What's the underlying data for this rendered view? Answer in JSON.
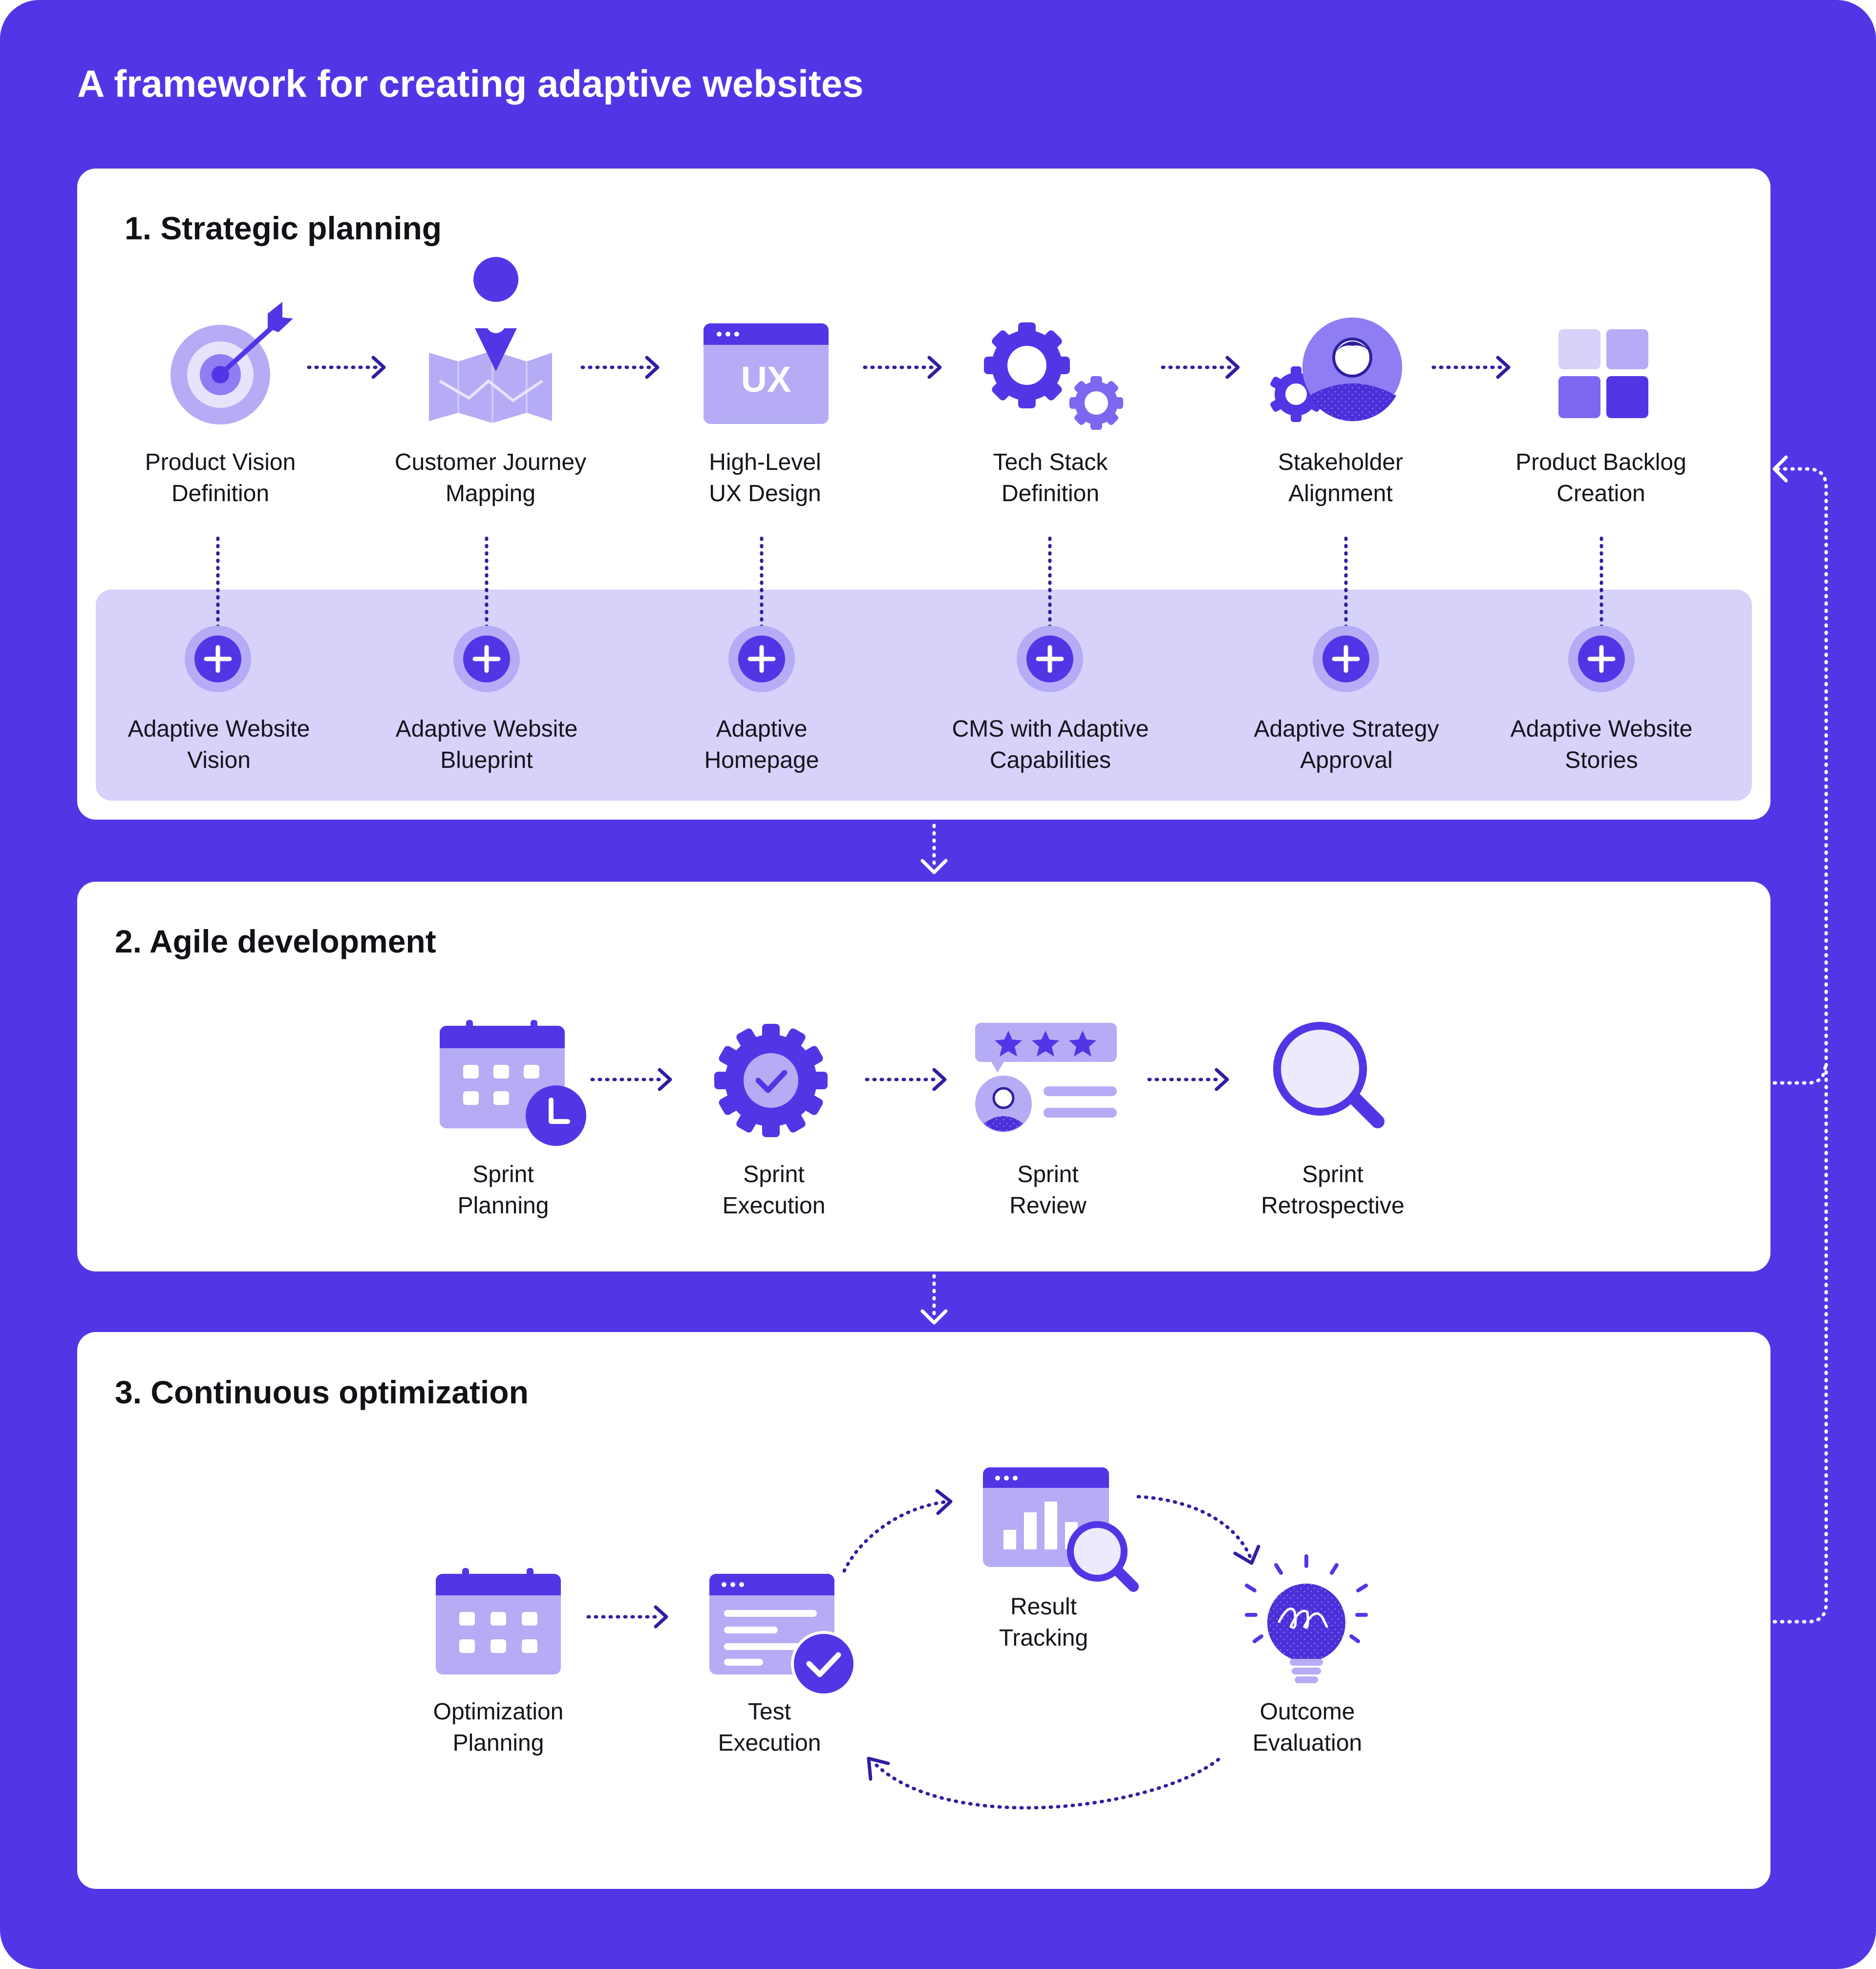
{
  "title": "A framework for creating adaptive websites",
  "colors": {
    "background": "#5236E6",
    "panel": "#FFFFFF",
    "accent": "#5236E6",
    "soft": "#B5ACF5",
    "strip": "#D6D2FA",
    "connector": "#2E1FA0"
  },
  "sections": [
    {
      "title": "1. Strategic planning",
      "steps": [
        {
          "label": [
            "Product Vision",
            "Definition"
          ],
          "icon": "target-arrow-icon"
        },
        {
          "label": [
            "Customer Journey",
            "Mapping"
          ],
          "icon": "map-pin-icon"
        },
        {
          "label": [
            "High-Level",
            "UX Design"
          ],
          "icon": "ux-window-icon",
          "icon_text": "UX"
        },
        {
          "label": [
            "Tech Stack",
            "Definition"
          ],
          "icon": "gears-icon"
        },
        {
          "label": [
            "Stakeholder",
            "Alignment"
          ],
          "icon": "stakeholder-icon"
        },
        {
          "label": [
            "Product Backlog",
            "Creation"
          ],
          "icon": "backlog-blocks-icon"
        }
      ],
      "outcomes": [
        [
          "Adaptive Website",
          "Vision"
        ],
        [
          "Adaptive Website",
          "Blueprint"
        ],
        [
          "Adaptive",
          "Homepage"
        ],
        [
          "CMS with Adaptive",
          "Capabilities"
        ],
        [
          "Adaptive Strategy",
          "Approval"
        ],
        [
          "Adaptive Website",
          "Stories"
        ]
      ]
    },
    {
      "title": "2. Agile development",
      "steps": [
        {
          "label": [
            "Sprint",
            "Planning"
          ],
          "icon": "calendar-clock-icon"
        },
        {
          "label": [
            "Sprint",
            "Execution"
          ],
          "icon": "gear-check-icon"
        },
        {
          "label": [
            "Sprint",
            "Review"
          ],
          "icon": "review-stars-icon"
        },
        {
          "label": [
            "Sprint",
            "Retrospective"
          ],
          "icon": "magnifier-icon"
        }
      ]
    },
    {
      "title": "3. Continuous optimization",
      "steps": [
        {
          "label": [
            "Optimization",
            "Planning"
          ],
          "icon": "calendar-icon"
        },
        {
          "label": [
            "Test",
            "Execution"
          ],
          "icon": "test-window-check-icon"
        },
        {
          "label": [
            "Result",
            "Tracking"
          ],
          "icon": "chart-magnifier-icon"
        },
        {
          "label": [
            "Outcome",
            "Evaluation"
          ],
          "icon": "lightbulb-icon"
        }
      ]
    }
  ]
}
